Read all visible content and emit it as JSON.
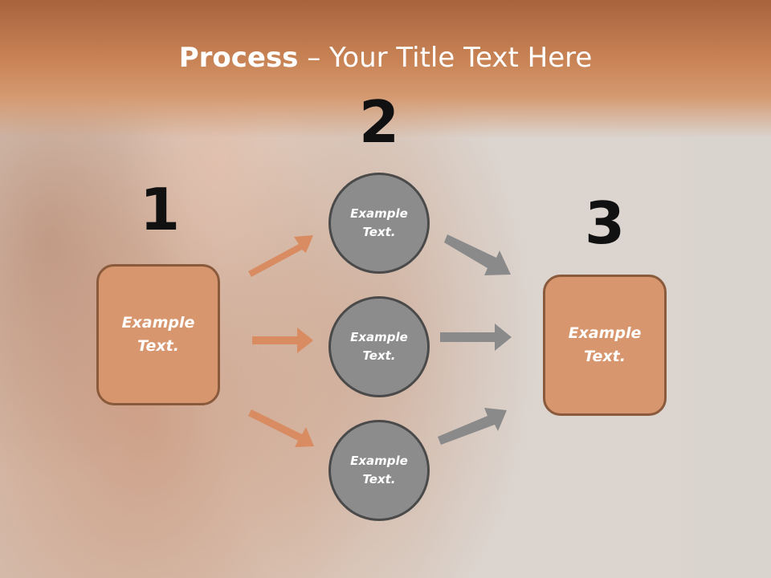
{
  "title": {
    "bold": "Process",
    "rest": " – Your Title Text Here"
  },
  "steps": {
    "one": "1",
    "two": "2",
    "three": "3"
  },
  "left_box": {
    "text": "Example\nText."
  },
  "circles": [
    {
      "text": "Example\nText."
    },
    {
      "text": "Example\nText."
    },
    {
      "text": "Example\nText."
    }
  ],
  "right_box": {
    "text": "Example\nText."
  },
  "colors": {
    "orange_box": "#d7966d",
    "orange_arrow": "#d98c62",
    "gray_circle": "#8c8c8c",
    "gray_arrow": "#8a8a8a"
  }
}
